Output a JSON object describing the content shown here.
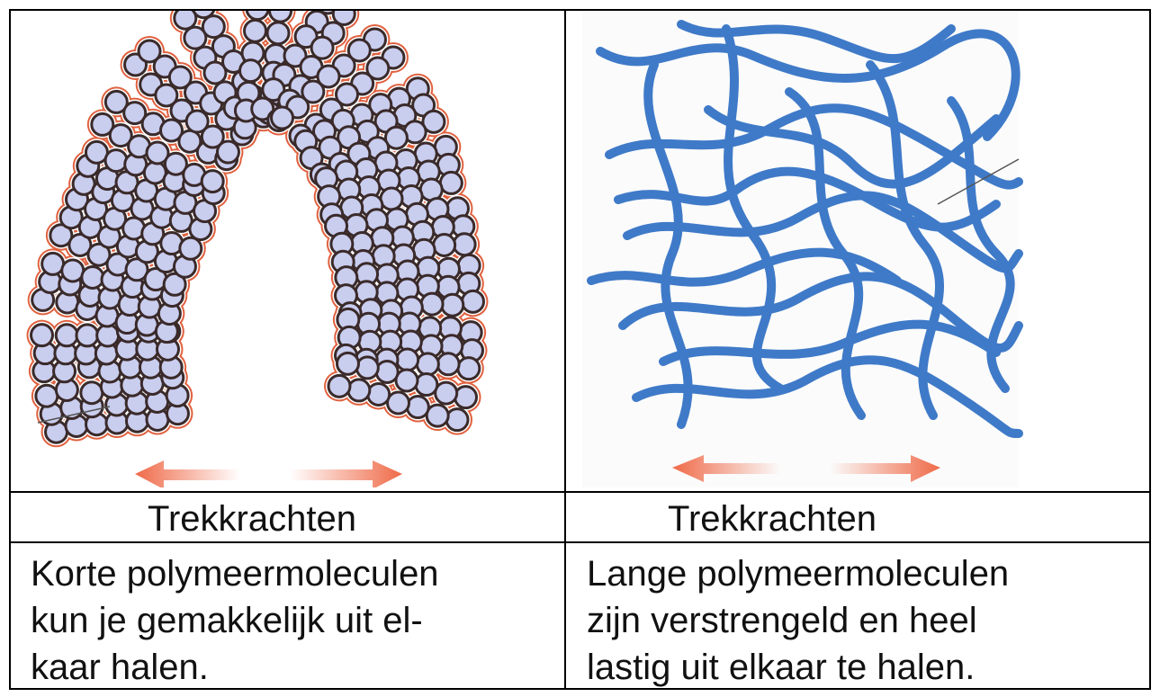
{
  "left": {
    "caption": "Trekkrachten",
    "description_lines": [
      "Korte polymeermoleculen",
      "kun je gemakkelijk uit el-",
      "kaar halen."
    ]
  },
  "right": {
    "caption": "Trekkrachten",
    "description_lines": [
      "Lange polymeermoleculen",
      "zijn verstrengeld en heel",
      "lastig uit elkaar te halen."
    ]
  },
  "colors": {
    "bead_fill": "#c9cdee",
    "bead_ring": "#3a2a2a",
    "cluster_outline": "#e0613f",
    "chain": "#3f7ac8",
    "arrow": "#ef6a48"
  },
  "icons": [
    "arrow-left-icon",
    "arrow-right-icon"
  ]
}
